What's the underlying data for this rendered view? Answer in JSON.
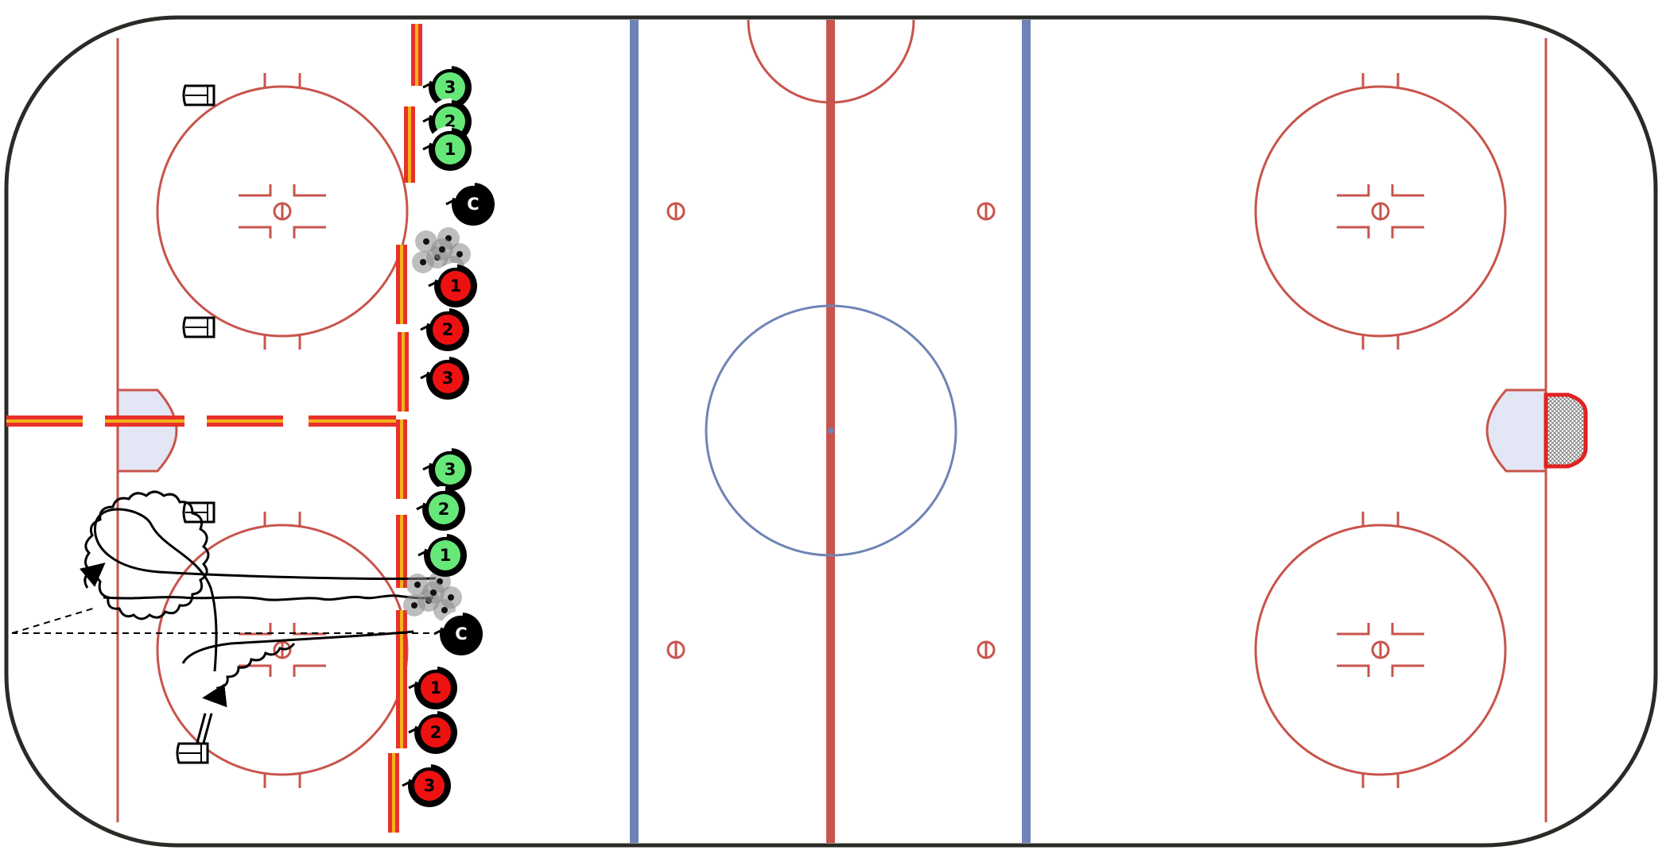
{
  "colors": {
    "board": "#2a2a26",
    "ice": "#ffffff",
    "red_line": "#c8544b",
    "blue_line": "#6f84b6",
    "crease_fill": "#e3e6f4",
    "barrier": "#e8312a",
    "barrier_stripe": "#f2b21a",
    "team_green": "#66e879",
    "team_red": "#ee1111",
    "coach": "#000000",
    "puck": "#111111",
    "net_frame": "#e02222"
  },
  "players": [
    {
      "team": "green",
      "label": "3"
    },
    {
      "team": "green",
      "label": "2"
    },
    {
      "team": "green",
      "label": "1"
    },
    {
      "team": "coach",
      "label": "C"
    },
    {
      "team": "red",
      "label": "1"
    },
    {
      "team": "red",
      "label": "2"
    },
    {
      "team": "red",
      "label": "3"
    },
    {
      "team": "green",
      "label": "3"
    },
    {
      "team": "green",
      "label": "2"
    },
    {
      "team": "green",
      "label": "1"
    },
    {
      "team": "coach",
      "label": "C"
    },
    {
      "team": "red",
      "label": "1"
    },
    {
      "team": "red",
      "label": "2"
    },
    {
      "team": "red",
      "label": "3"
    }
  ],
  "equipment": {
    "pylons": [
      "pylon-icon",
      "pylon-icon",
      "pylon-icon",
      "pylon-icon"
    ],
    "puck_piles": 2,
    "net": "goal-net-icon"
  }
}
